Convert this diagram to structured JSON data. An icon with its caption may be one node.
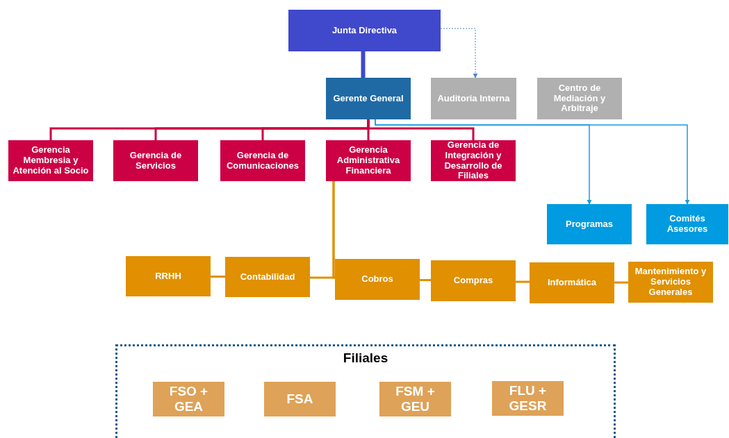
{
  "diagram": {
    "nodes": [
      {
        "text": [
          "Junta Directiva"
        ]
      },
      {
        "text": [
          "Gerente General"
        ]
      },
      {
        "text": [
          "Auditoria Interna"
        ]
      },
      {
        "text": [
          "Centro de Mediación y Arbitraje"
        ]
      },
      {
        "text": [
          "Gerencia Membresia y Atención al Socio"
        ]
      },
      {
        "text": [
          "Gerencia de Servicios"
        ]
      },
      {
        "text": [
          "Gerencia de Comunicaciones"
        ]
      },
      {
        "text": [
          "Gerencia Administrativa Financiera"
        ]
      },
      {
        "text": [
          "Gerencia de Integración y Desarrollo de Filiales"
        ]
      },
      {
        "text": [
          "Programas"
        ]
      },
      {
        "text": [
          "Comités Asesores"
        ]
      },
      {
        "text": [
          "RRHH"
        ]
      },
      {
        "text": [
          "Contabilidad"
        ]
      },
      {
        "text": [
          "Cobros"
        ]
      },
      {
        "text": [
          "Compras"
        ]
      },
      {
        "text": [
          "Informática"
        ]
      },
      {
        "text": [
          "Mantenimiento y Servicios Generales"
        ]
      },
      {
        "text": [
          "Filiales"
        ]
      },
      {
        "text": [
          "FSO + GEA"
        ],
        "in": 17
      },
      {
        "text": [
          "FSA"
        ],
        "in": 17
      },
      {
        "text": [
          "FSM + GEU"
        ],
        "in": 17
      },
      {
        "text": [
          "FLU + GESR"
        ],
        "in": 17
      }
    ],
    "edges": [
      {
        "from": 0,
        "to": 1,
        "arrow": "none",
        "style": "thick",
        "color": "#3f48cc"
      },
      {
        "from": 0,
        "to": 2,
        "arrow": "to",
        "style": "dashed",
        "color": "#4a86c8"
      },
      {
        "from": 1,
        "to": 4,
        "arrow": "none",
        "color": "#cc0044"
      },
      {
        "from": 1,
        "to": 5,
        "arrow": "none",
        "color": "#cc0044"
      },
      {
        "from": 1,
        "to": 6,
        "arrow": "none",
        "color": "#cc0044"
      },
      {
        "from": 1,
        "to": 7,
        "arrow": "none",
        "color": "#cc0044"
      },
      {
        "from": 1,
        "to": 8,
        "arrow": "none",
        "color": "#cc0044"
      },
      {
        "from": 1,
        "to": 9,
        "arrow": "to",
        "color": "#1a9be0"
      },
      {
        "from": 1,
        "to": 10,
        "arrow": "to",
        "color": "#1a9be0"
      },
      {
        "from": 7,
        "to": 12,
        "arrow": "none",
        "color": "#e09000"
      },
      {
        "from": 7,
        "to": 13,
        "arrow": "none",
        "color": "#e09000"
      },
      {
        "from": 11,
        "to": 12,
        "arrow": "none",
        "color": "#e09000"
      },
      {
        "from": 13,
        "to": 14,
        "arrow": "none",
        "color": "#e09000"
      },
      {
        "from": 14,
        "to": 15,
        "arrow": "none",
        "color": "#e09000"
      },
      {
        "from": 15,
        "to": 16,
        "arrow": "none",
        "color": "#e09000"
      }
    ]
  }
}
